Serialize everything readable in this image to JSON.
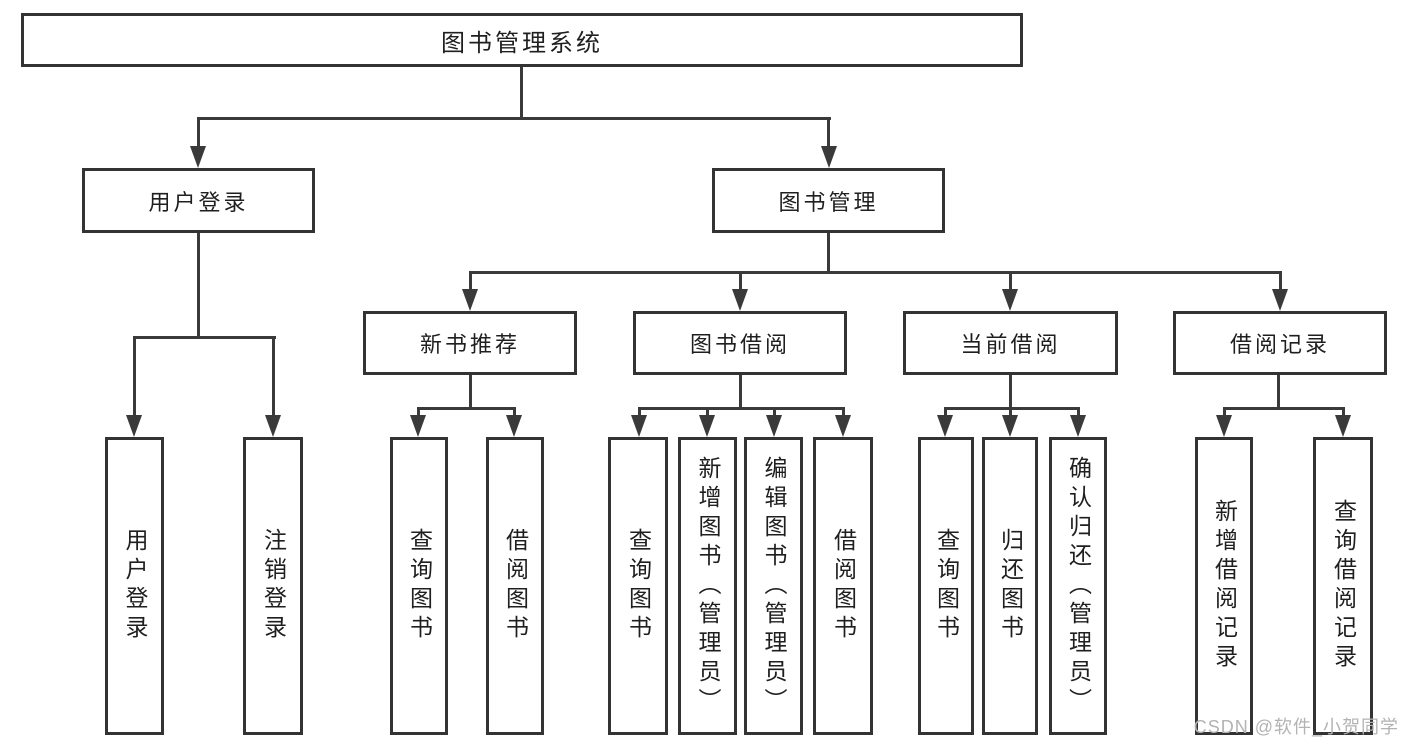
{
  "tree": {
    "root": {
      "label": "图书管理系统",
      "children": [
        {
          "label": "用户登录",
          "children": [
            {
              "label": "用户登录"
            },
            {
              "label": "注销登录"
            }
          ]
        },
        {
          "label": "图书管理",
          "children": [
            {
              "label": "新书推荐",
              "children": [
                {
                  "label": "查询图书"
                },
                {
                  "label": "借阅图书"
                }
              ]
            },
            {
              "label": "图书借阅",
              "children": [
                {
                  "label": "查询图书"
                },
                {
                  "label": "新增图书（管理员）"
                },
                {
                  "label": "编辑图书（管理员）"
                },
                {
                  "label": "借阅图书"
                }
              ]
            },
            {
              "label": "当前借阅",
              "children": [
                {
                  "label": "查询图书"
                },
                {
                  "label": "归还图书"
                },
                {
                  "label": "确认归还（管理员）"
                }
              ]
            },
            {
              "label": "借阅记录",
              "children": [
                {
                  "label": "新增借阅记录"
                },
                {
                  "label": "查询借阅记录"
                }
              ]
            }
          ]
        }
      ]
    }
  },
  "watermark": {
    "text": "CSDN @软件_小贺同学"
  },
  "colors": {
    "line": "#3a3a3a",
    "box_border": "#333333",
    "text": "#1f1f1f",
    "watermark_text": "#b3b3b3",
    "background": "#ffffff"
  }
}
